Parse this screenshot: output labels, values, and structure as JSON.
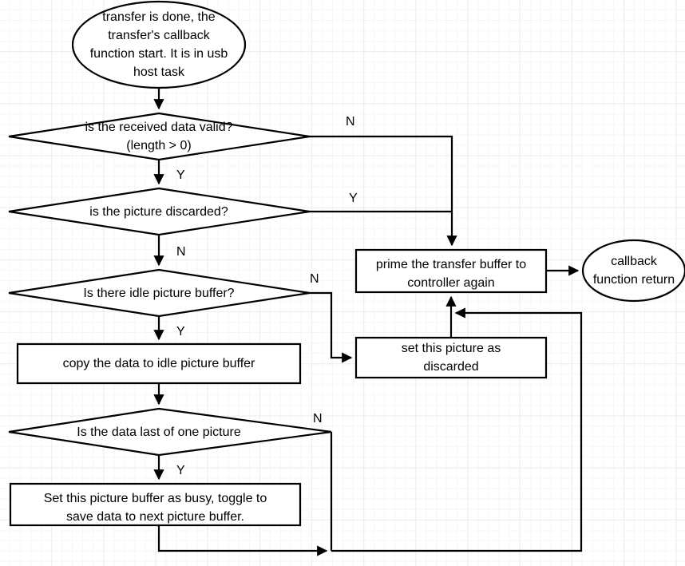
{
  "diagram": {
    "title": "USB host transfer callback flowchart",
    "background": "#ffffff",
    "grid_color": "#ededf2",
    "stroke_color": "#000000",
    "fill_color": "#ffffff"
  },
  "nodes": {
    "start": {
      "type": "terminator-ellipse",
      "text": "transfer is done, the\ntransfer's callback\nfunction start. It is in usb\nhost task"
    },
    "decision_valid": {
      "type": "decision",
      "text": "is the received data valid?\n(length > 0)"
    },
    "decision_discarded": {
      "type": "decision",
      "text": "is the picture discarded?"
    },
    "decision_idle_buffer": {
      "type": "decision",
      "text": "Is there idle picture buffer?"
    },
    "process_copy": {
      "type": "process",
      "text": "copy the data to idle picture buffer"
    },
    "decision_last": {
      "type": "decision",
      "text": "Is the data last of one picture"
    },
    "process_set_busy": {
      "type": "process",
      "text": "Set this picture buffer as busy, toggle to\nsave data to next picture buffer."
    },
    "process_prime": {
      "type": "process",
      "text": "prime the transfer buffer to\ncontroller again"
    },
    "process_set_discarded": {
      "type": "process",
      "text": "set this picture as\ndiscarded"
    },
    "end": {
      "type": "terminator-ellipse",
      "text": "callback\nfunction return"
    }
  },
  "edge_labels": {
    "valid_no": "N",
    "valid_yes": "Y",
    "discarded_yes": "Y",
    "discarded_no": "N",
    "idle_no": "N",
    "idle_yes": "Y",
    "last_no": "N",
    "last_yes": "Y"
  }
}
